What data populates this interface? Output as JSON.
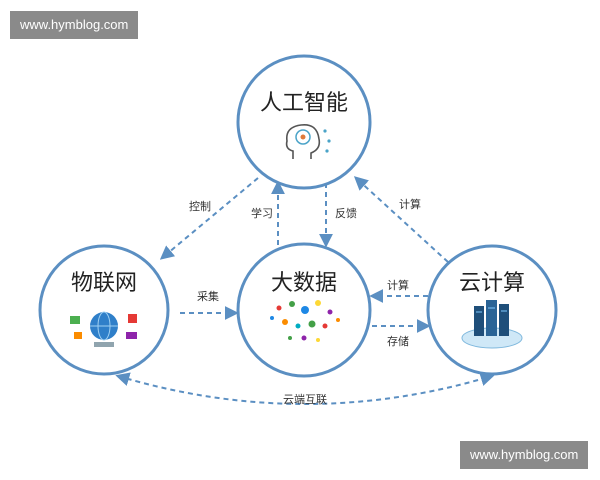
{
  "watermarks": {
    "top": "www.hymblog.com",
    "bottom": "www.hymblog.com"
  },
  "nodes": {
    "ai": "人工智能",
    "iot": "物联网",
    "bigdata": "大数据",
    "cloud": "云计算"
  },
  "edges": {
    "ai_to_iot": "控制",
    "bigdata_to_ai": "学习",
    "ai_to_bigdata": "反馈",
    "cloud_to_ai": "计算",
    "iot_to_bigdata": "采集",
    "cloud_to_bigdata": "计算",
    "bigdata_to_cloud": "存储",
    "iot_cloud": "云端互联"
  },
  "colors": {
    "circle_stroke": "#5b8fc2",
    "arrow": "#5b8fc2",
    "watermark_bg": "#8a8a8a"
  },
  "icons": {
    "ai": "brain-head-icon",
    "iot": "globe-devices-icon",
    "bigdata": "data-dots-icon",
    "cloud": "server-cloud-icon"
  }
}
